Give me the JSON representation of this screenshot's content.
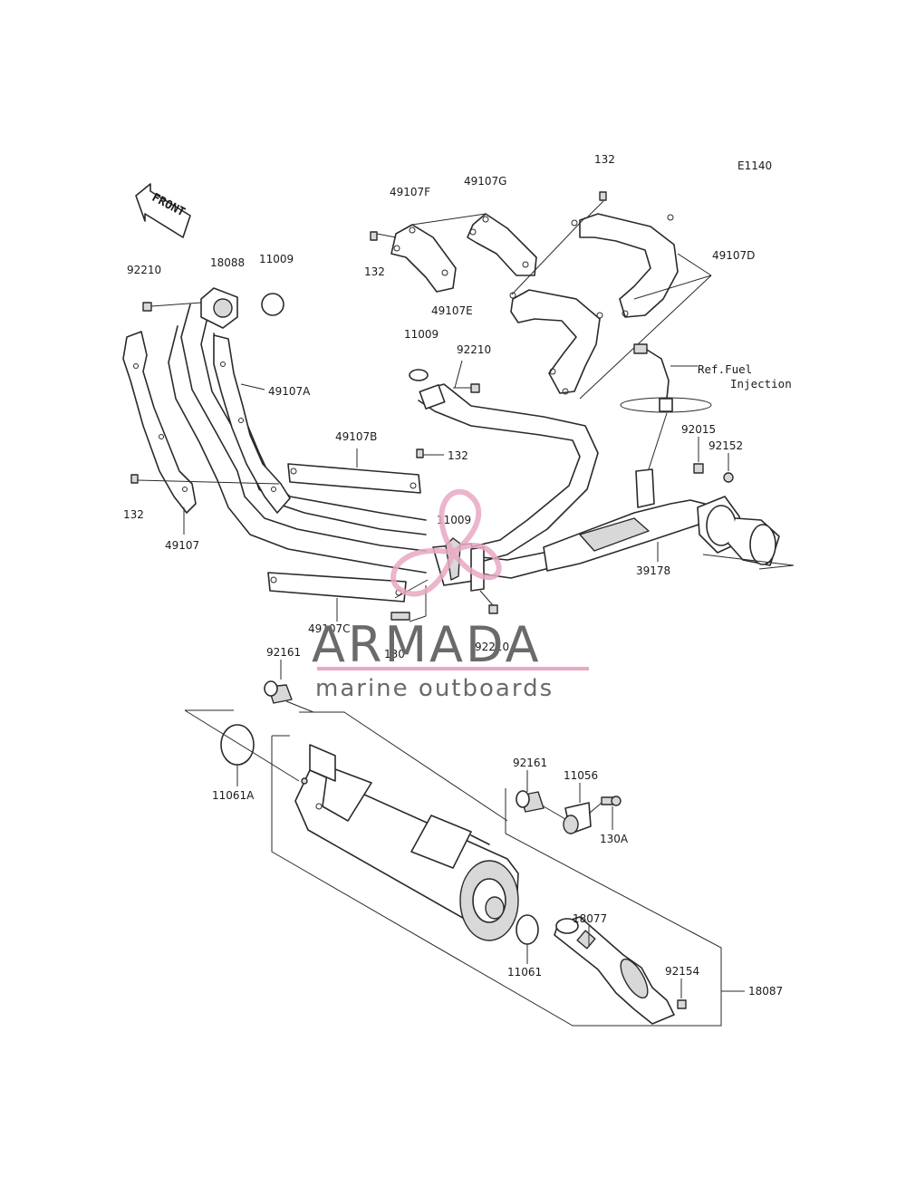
{
  "diagram_code": "E1140",
  "front_label": "FRONT",
  "reference_note": [
    "Ref.Fuel",
    "Injection"
  ],
  "watermark": {
    "brand": "ARMADA",
    "tagline": "marine outboards",
    "accent_color": "#e8a9c4",
    "text_color": "#6a6a6a"
  },
  "part_labels": {
    "p132_top": "132",
    "p49107F": "49107F",
    "p49107G": "49107G",
    "p132_mid": "132",
    "p49107D": "49107D",
    "p49107E": "49107E",
    "p11009_mid": "11009",
    "p92210_mid": "92210",
    "p92210_left": "92210",
    "p18088": "18088",
    "p11009_left": "11009",
    "p49107A": "49107A",
    "p49107B": "49107B",
    "p132_right": "132",
    "p132_left": "132",
    "p49107": "49107",
    "p92015": "92015",
    "p92152": "92152",
    "p11009_center": "11009",
    "p39178": "39178",
    "p49107C": "49107C",
    "p130": "130",
    "p92210_bottom": "92210",
    "p92161_left": "92161",
    "p11061A": "11061A",
    "p92161_right": "92161",
    "p11056": "11056",
    "p130A": "130A",
    "p18077": "18077",
    "p92154": "92154",
    "p11061": "11061",
    "p18087": "18087"
  }
}
